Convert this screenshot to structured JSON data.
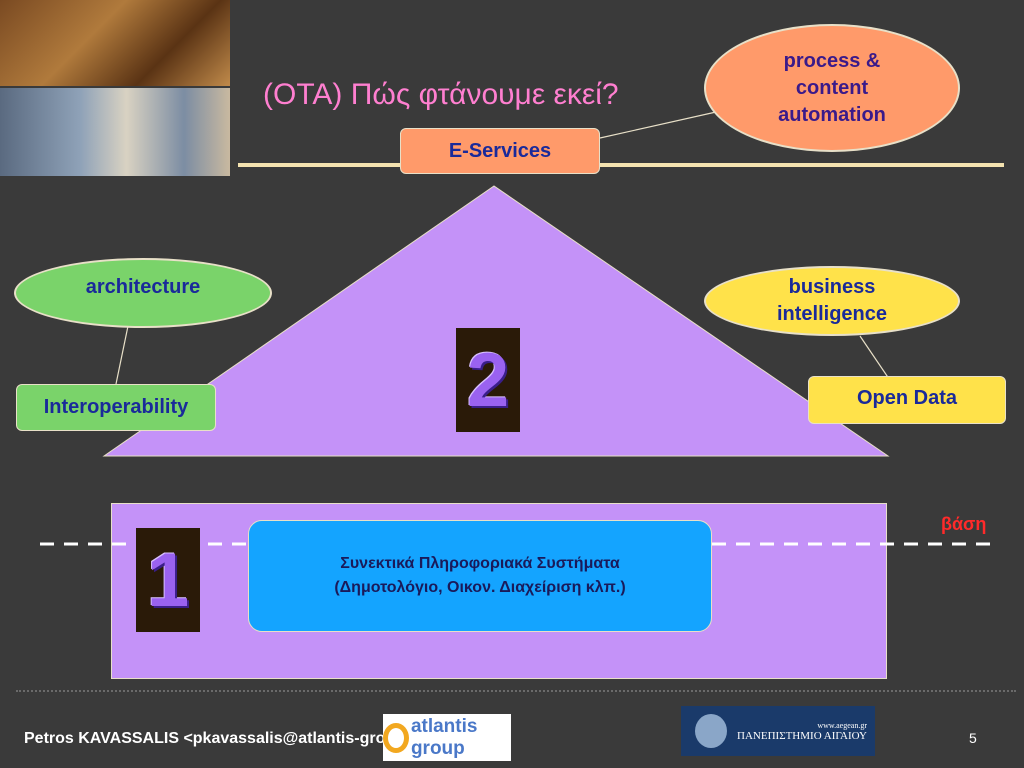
{
  "slide": {
    "title": "(ΟΤΑ) Πώς φτάνουμε εκεί?",
    "page_number": "5"
  },
  "roof": {
    "eservices": "E-Services",
    "number": "2"
  },
  "callouts": {
    "process_line1": "process &",
    "process_line2": "content",
    "process_line3": "automation",
    "architecture": "architecture",
    "interoperability": "Interoperability",
    "bi_line1": "business",
    "bi_line2": "intelligence",
    "open_data": "Open Data"
  },
  "base": {
    "number": "1",
    "label": "βάση",
    "line1": "Συνεκτικά Πληροφοριακά Συστήματα",
    "line2": "(Δημοτολόγιο, Οικον. Διαχείριση κλπ.)"
  },
  "footer": {
    "author": "Petros KAVASSALIS <pkavassalis@atlantis-group.gr>",
    "atlantis_logo_text": "atlantis group",
    "aegean_url": "www.aegean.gr",
    "aegean_name": "ΠΑΝΕΠΙΣΤΗΜΙΟ ΑΙΓΑΙΟΥ"
  },
  "colors": {
    "background": "#3a3a3a",
    "title": "#ff7fd0",
    "house": "#c492f8",
    "orange": "#ff9a6a",
    "green": "#7ad36a",
    "yellow": "#ffe24a",
    "core_blue": "#14a4ff",
    "base_label_red": "#ff2a2a"
  }
}
